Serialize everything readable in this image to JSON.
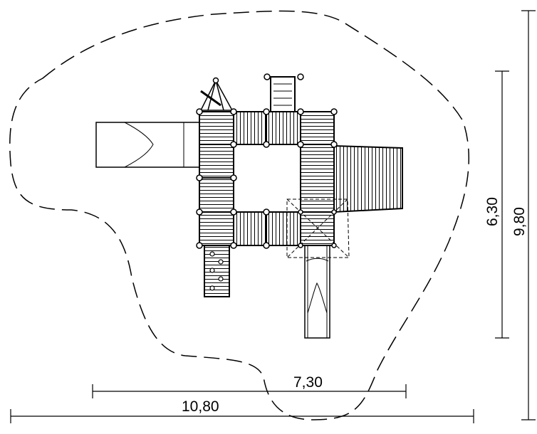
{
  "dimensions": {
    "overall_width": "10,80",
    "structure_width": "7,30",
    "structure_depth": "6,30",
    "overall_depth": "9,80"
  },
  "colors": {
    "line": "#000000",
    "background": "#ffffff"
  }
}
